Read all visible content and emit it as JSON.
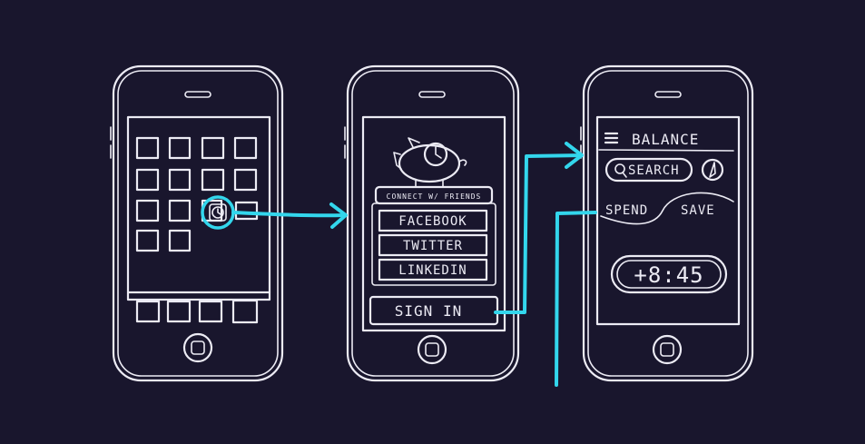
{
  "colors": {
    "background": "#19162d",
    "sketch": "#ecebf4",
    "flow_arrow": "#33d6ec"
  },
  "phone_login": {
    "connect_label": "CONNECT W/ FRIENDS",
    "buttons": [
      "FACEBOOK",
      "TWITTER",
      "LINKEDIN"
    ],
    "sign_in_label": "SIGN IN",
    "logo_icon": "piggy-bank-clock-icon"
  },
  "phone_balance": {
    "title": "BALANCE",
    "menu_icon": "hamburger-menu-icon",
    "search_label": "SEARCH",
    "tabs": [
      "SPEND",
      "SAVE"
    ],
    "amount": "+8:45"
  }
}
